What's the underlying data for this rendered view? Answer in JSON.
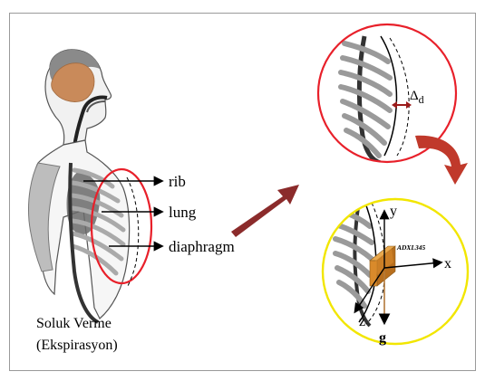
{
  "labels": {
    "rib": "rib",
    "lung": "lung",
    "diaphragm": "diaphragm",
    "caption_line1": "Soluk Verme",
    "caption_line2": "(Ekspirasyon)",
    "delta": "Δ",
    "delta_sub": "d",
    "sensor": "ADXL345",
    "axis_y": "y",
    "axis_x": "x",
    "axis_z": "z",
    "axis_g": "g"
  },
  "colors": {
    "highlight_circle": "#e8202a",
    "sensor_circle": "#f2e600",
    "arrow": "#8b2b2b",
    "sensor_body": "#d98a2b",
    "brain": "#c98a5a",
    "body_gray": "#bdbdbd"
  }
}
